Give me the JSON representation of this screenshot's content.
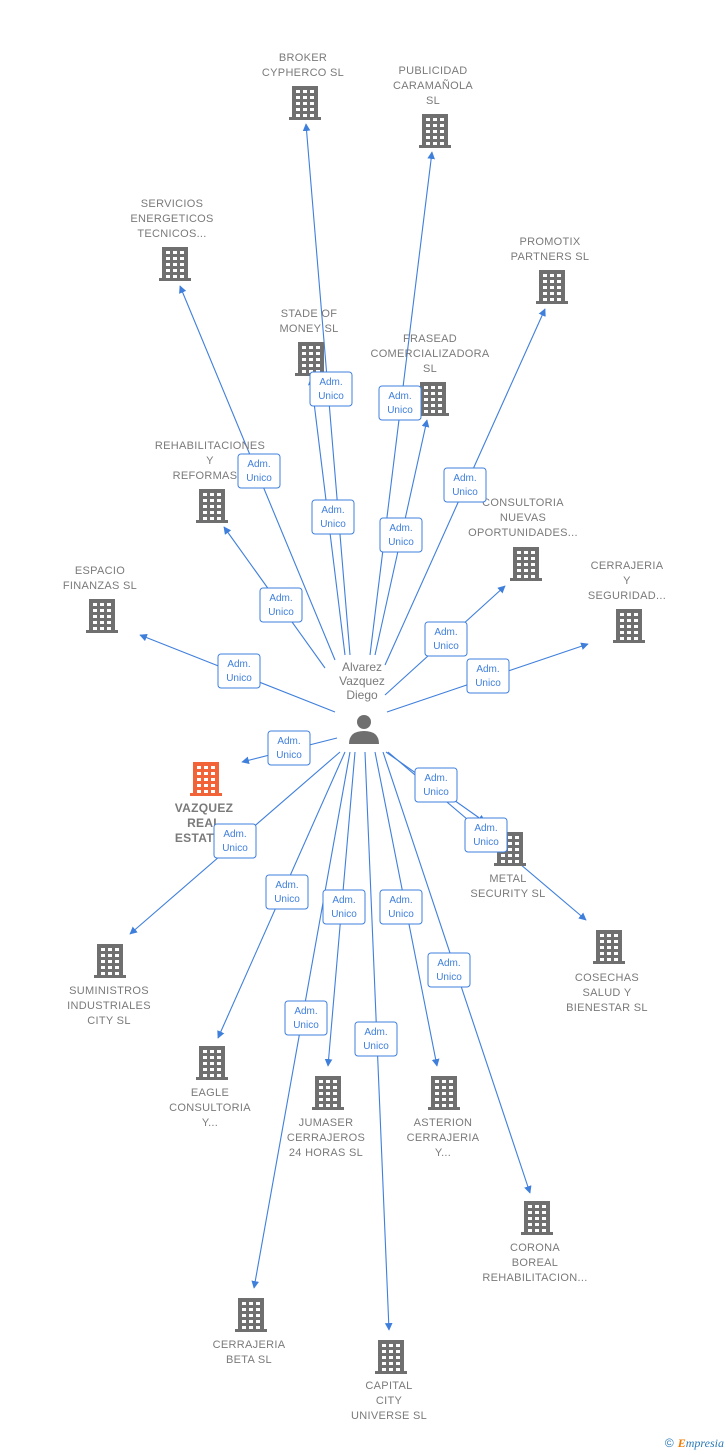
{
  "center": {
    "name_lines": [
      "Alvarez",
      "Vazquez",
      "Diego"
    ],
    "icon": "person-icon"
  },
  "relation_label_lines": [
    "Adm.",
    "Unico"
  ],
  "building_icon": "building-icon",
  "highlight_color": "#f26437",
  "edge_color": "#3f7fdc",
  "companies": [
    {
      "id": "broker-cypherco",
      "lines": [
        "BROKER",
        "CYPHERCO  SL"
      ]
    },
    {
      "id": "publicidad-caramanola",
      "lines": [
        "PUBLICIDAD",
        "CARAMAÑOLA",
        "SL"
      ]
    },
    {
      "id": "servicios-energeticos",
      "lines": [
        "SERVICIOS",
        "ENERGETICOS",
        "TECNICOS..."
      ]
    },
    {
      "id": "promotix-partners",
      "lines": [
        "PROMOTIX",
        "PARTNERS  SL"
      ]
    },
    {
      "id": "stade-of-money",
      "lines": [
        "STADE OF",
        "MONEY  SL"
      ]
    },
    {
      "id": "frasead",
      "lines": [
        "FRASEAD",
        "COMERCIALIZADORA",
        "SL"
      ]
    },
    {
      "id": "rehabilitaciones",
      "lines": [
        "REHABILITACIONES",
        "Y",
        "REFORMAS..."
      ]
    },
    {
      "id": "consultoria-nuevas",
      "lines": [
        "CONSULTORIA",
        "NUEVAS",
        "OPORTUNIDADES..."
      ]
    },
    {
      "id": "espacio-finanzas",
      "lines": [
        "ESPACIO",
        "FINANZAS  SL"
      ]
    },
    {
      "id": "cerrajeria-seguridad",
      "lines": [
        "CERRAJERIA",
        "Y",
        "SEGURIDAD..."
      ]
    },
    {
      "id": "vazquez-real-estate",
      "lines": [
        "VAZQUEZ",
        "REAL",
        "ESTATE..."
      ],
      "highlight": true
    },
    {
      "id": "metal-security",
      "lines": [
        "METAL",
        "SECURITY  SL"
      ]
    },
    {
      "id": "suministros-industriales",
      "lines": [
        "SUMINISTROS",
        "INDUSTRIALES",
        "CITY  SL"
      ]
    },
    {
      "id": "cosechas-salud",
      "lines": [
        "COSECHAS",
        "SALUD Y",
        "BIENESTAR  SL"
      ]
    },
    {
      "id": "eagle-consultoria",
      "lines": [
        "EAGLE",
        "CONSULTORIA",
        "Y..."
      ]
    },
    {
      "id": "jumaser-cerrajeros",
      "lines": [
        "JUMASER",
        "CERRAJEROS",
        "24 HORAS  SL"
      ]
    },
    {
      "id": "asterion-cerrajeria",
      "lines": [
        "ASTERION",
        "CERRAJERIA",
        "Y..."
      ]
    },
    {
      "id": "corona-boreal",
      "lines": [
        "CORONA",
        "BOREAL",
        "REHABILITACION..."
      ]
    },
    {
      "id": "cerrajeria-beta",
      "lines": [
        "CERRAJERIA",
        "BETA  SL"
      ]
    },
    {
      "id": "capital-city-universe",
      "lines": [
        "CAPITAL",
        "CITY",
        "UNIVERSE  SL"
      ]
    }
  ],
  "footer": {
    "copyright_symbol": "©",
    "brand_first": "E",
    "brand_rest": "mpresia"
  }
}
